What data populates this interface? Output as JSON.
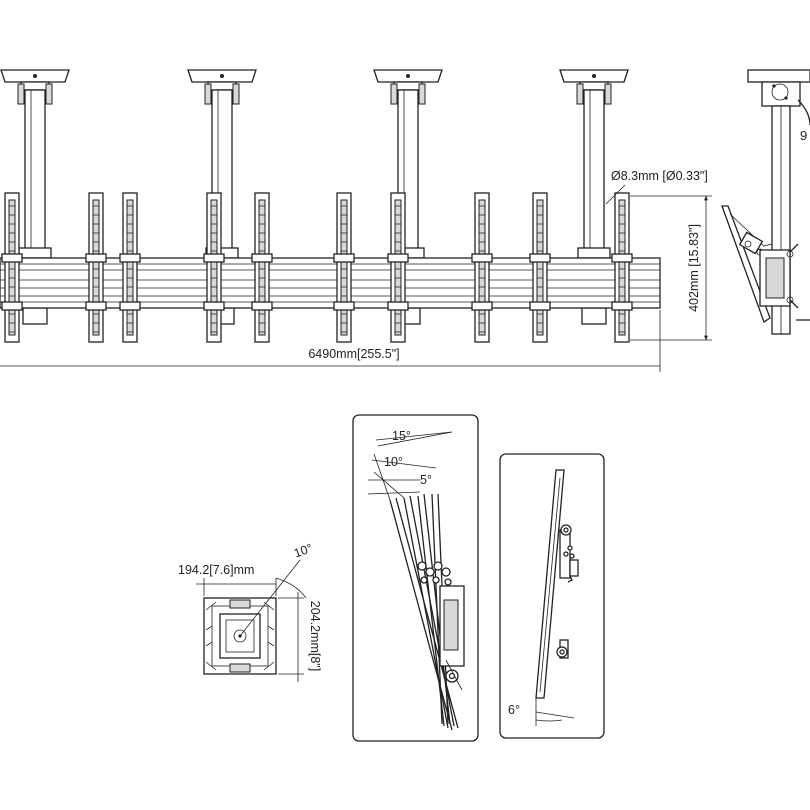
{
  "front_view": {
    "width_label": "6490mm[255.5\"]",
    "height_label": "402mm [15.83\"]",
    "tube_label": "Ø8.3mm [Ø0.33\"]"
  },
  "side_view": {
    "angle_label": "9"
  },
  "plate_view": {
    "width_label": "194.2[7.6]mm",
    "height_label": "204.2mm[8\"]",
    "angle_label": "10°"
  },
  "tilt_panel": {
    "angle_15": "15°",
    "angle_10": "10°",
    "angle_5": "5°"
  },
  "slim_panel": {
    "angle_label": "6°"
  },
  "colors": {
    "line": "#222222",
    "background": "#ffffff"
  }
}
